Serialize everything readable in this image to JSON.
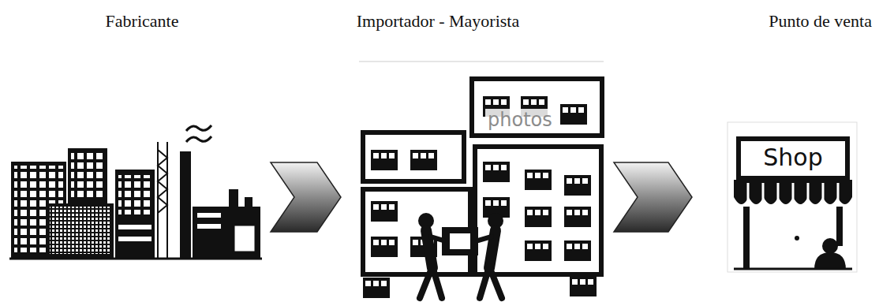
{
  "diagram": {
    "nodes": [
      {
        "text": [
          "Fabricante"
        ]
      },
      {
        "text": [
          "Importador - Mayorista"
        ]
      },
      {
        "text": [
          "Punto de venta",
          "Shop"
        ]
      }
    ],
    "edges": [
      {
        "from": 0,
        "to": 1,
        "arrow": "to"
      },
      {
        "from": 1,
        "to": 2,
        "arrow": "to"
      }
    ],
    "labels": [
      "photos"
    ]
  }
}
